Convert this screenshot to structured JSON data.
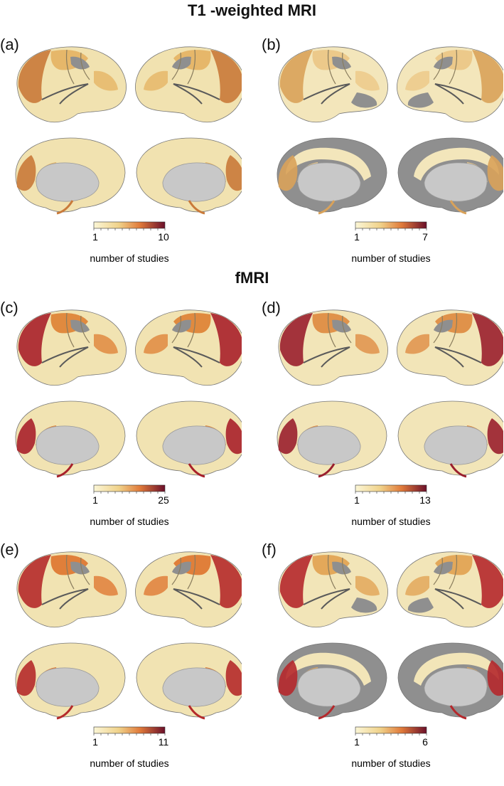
{
  "sections": [
    {
      "title": "T1 -weighted MRI"
    },
    {
      "title": "fMRI"
    }
  ],
  "panels": [
    {
      "label": "(a)",
      "scale_min": "1",
      "scale_max": "10",
      "caption": "number of studies",
      "hot": "#c97a3a",
      "mid": "#e6b76a",
      "pale": "#f1e2b0",
      "gray_heavy": false
    },
    {
      "label": "(b)",
      "scale_min": "1",
      "scale_max": "7",
      "caption": "number of studies",
      "hot": "#d9a25a",
      "mid": "#ecc98a",
      "pale": "#f3e6bb",
      "gray_heavy": true
    },
    {
      "label": "(c)",
      "scale_min": "1",
      "scale_max": "25",
      "caption": "number of studies",
      "hot": "#a8202a",
      "mid": "#e08a3f",
      "pale": "#f1e3b2",
      "gray_heavy": false
    },
    {
      "label": "(d)",
      "scale_min": "1",
      "scale_max": "13",
      "caption": "number of studies",
      "hot": "#9a1f2e",
      "mid": "#e0924a",
      "pale": "#f2e5b8",
      "gray_heavy": false
    },
    {
      "label": "(e)",
      "scale_min": "1",
      "scale_max": "11",
      "caption": "number of studies",
      "hot": "#b52a2a",
      "mid": "#e07f3a",
      "pale": "#f1e3b2",
      "gray_heavy": false
    },
    {
      "label": "(f)",
      "scale_min": "1",
      "scale_max": "6",
      "caption": "number of studies",
      "hot": "#b5282c",
      "mid": "#e3a85a",
      "pale": "#f2e5b8",
      "gray_heavy": true
    }
  ],
  "colors": {
    "gray": "#8f8f8f",
    "gray_light": "#c2c2c2",
    "colorbar_low": "#fbf6d6",
    "colorbar_high": "#6b0f2a"
  }
}
